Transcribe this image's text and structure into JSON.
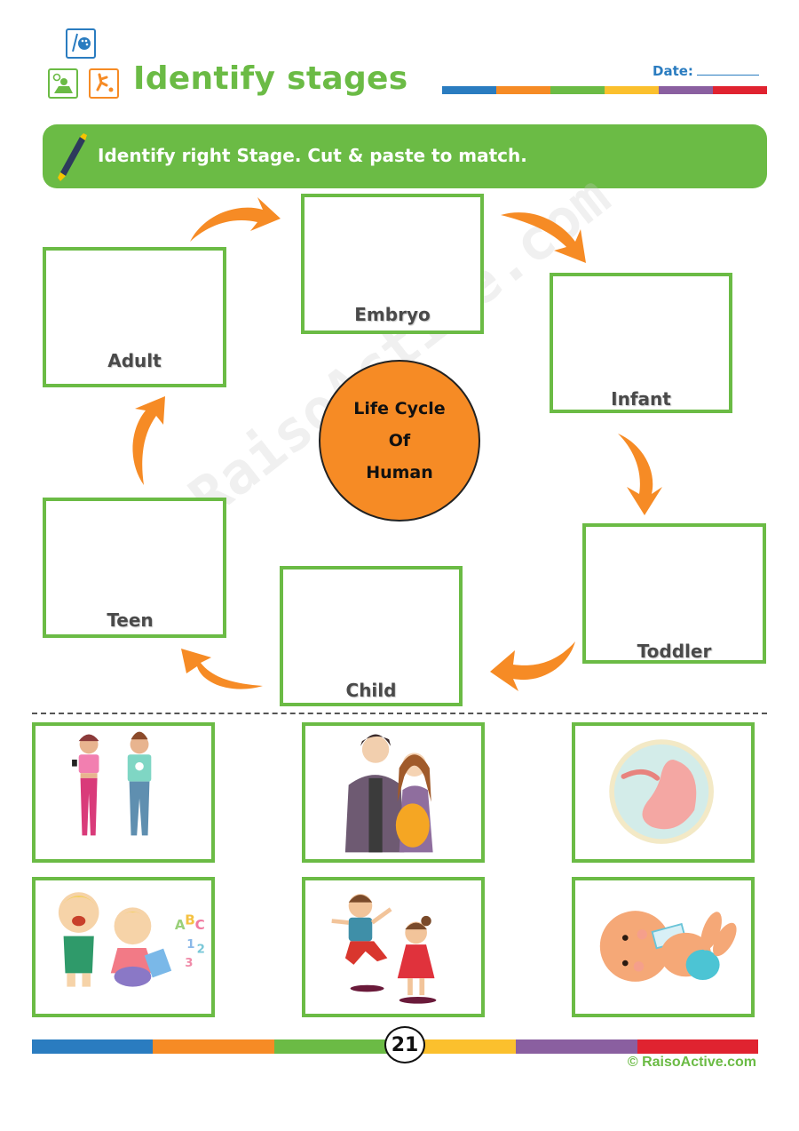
{
  "header": {
    "title": "Identify stages",
    "date_label": "Date:",
    "icons": [
      "palette-icon",
      "reading-child-icon",
      "running-child-icon"
    ]
  },
  "color_stripe": [
    "#2a7cc0",
    "#f68b25",
    "#6bbb45",
    "#fbc02d",
    "#8a5fa0",
    "#e02330"
  ],
  "instruction": {
    "icon": "marker-pen-icon",
    "text": "Identify right Stage. Cut & paste to match."
  },
  "diagram": {
    "center": {
      "line1": "Life Cycle",
      "line2": "Of",
      "line3": "Human"
    },
    "stages": [
      {
        "label": "Embryo"
      },
      {
        "label": "Infant"
      },
      {
        "label": "Toddler"
      },
      {
        "label": "Child"
      },
      {
        "label": "Teen"
      },
      {
        "label": "Adult"
      }
    ],
    "arrow_color": "#f68b25",
    "box_color": "#6bbb45"
  },
  "watermark": "RaisoActive.com",
  "cut_out_cards": [
    {
      "depicts": "teenagers"
    },
    {
      "depicts": "adult couple"
    },
    {
      "depicts": "embryo"
    },
    {
      "depicts": "toddlers"
    },
    {
      "depicts": "children"
    },
    {
      "depicts": "infant"
    }
  ],
  "footer": {
    "page_number": "21",
    "copyright": "© RaisoActive.com"
  }
}
